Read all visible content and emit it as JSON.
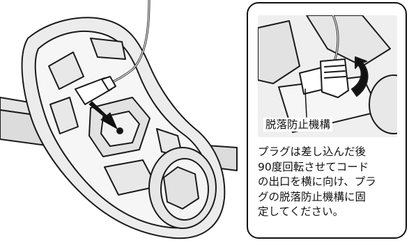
{
  "callout": {
    "label": "脱落防止機構",
    "instruction_lines": [
      "プラグは差し込んだ後",
      "90度回転させてコード",
      "の出口を横に向け、プラ",
      "グの脱落防止機構に固",
      "定してください。"
    ]
  },
  "colors": {
    "body_fill": "#ececec",
    "line": "#1a1a1a",
    "inner_fill": "#f6f6f6",
    "arrow_fill": "#111111",
    "frame": "#111111"
  }
}
